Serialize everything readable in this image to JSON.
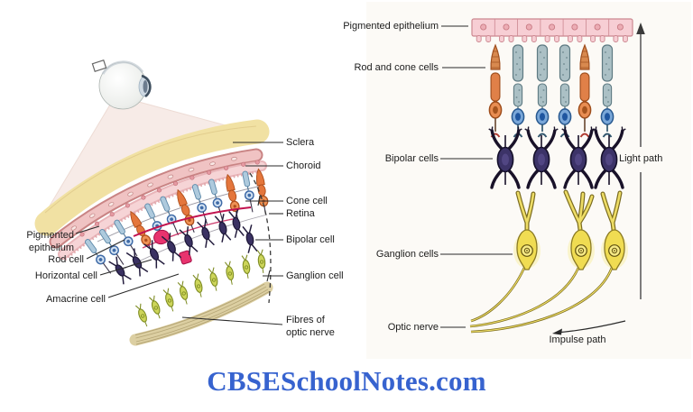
{
  "figure": {
    "type": "anatomy-diagram",
    "subject": "Structure of the retina: magnified section of eyeball wall (left) and retinal cell layers with light and impulse paths (right)"
  },
  "left_panel": {
    "labels": {
      "sclera": "Sclera",
      "choroid": "Choroid",
      "cone_cell": "Cone cell",
      "retina": "Retina",
      "bipolar_cell": "Bipolar cell",
      "ganglion_cell": "Ganglion cell",
      "fibres_line1": "Fibres of",
      "fibres_line2": "optic nerve",
      "pigmented_line1": "Pigmented",
      "pigmented_line2": "epithelium",
      "rod_cell": "Rod cell",
      "horizontal_cell": "Horizontal cell",
      "amacrine_cell": "Amacrine cell"
    }
  },
  "right_panel": {
    "labels": {
      "pigmented_epithelium": "Pigmented epithelium",
      "rod_and_cone_cells": "Rod and cone cells",
      "bipolar_cells": "Bipolar cells",
      "ganglion_cells": "Ganglion cells",
      "optic_nerve": "Optic nerve",
      "light_path": "Light path",
      "impulse_path": "Impulse path"
    }
  },
  "watermark": {
    "text": "CBSESchoolNotes.com"
  },
  "colors": {
    "watermark_blue": "#3763cf",
    "sclera_yellow": "#f1e1a3",
    "choroid_pink": "#c98484",
    "epithelium_pink": "#f7ced4",
    "rod_blue": "#aecadd",
    "rod_grey_blue": "#abc0c5",
    "rod_nucleus_blue": "#1f56a0",
    "cone_orange": "#e4763c",
    "bipolar_navy": "#3c3368",
    "horizontal_magenta": "#e8336e",
    "ganglion_yellow_green": "#cdd55a",
    "ganglion_yellow": "#f0dc52",
    "nerve_fibre_tan": "#dccfa2",
    "label_text": "#1c1c1c"
  }
}
